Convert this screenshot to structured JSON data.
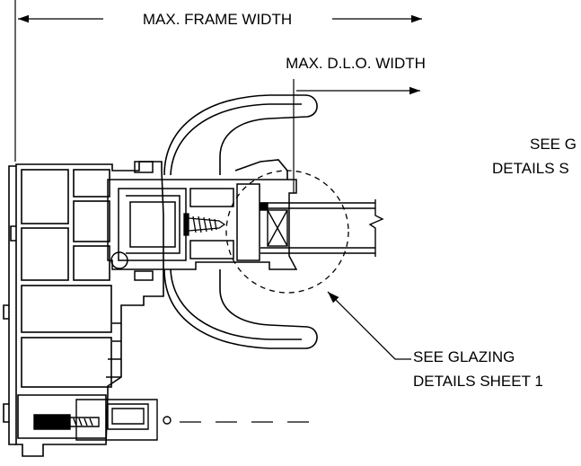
{
  "dimensions": {
    "frame_width_label": "MAX. FRAME WIDTH",
    "dlo_width_label": "MAX. D.L.O. WIDTH"
  },
  "callouts": {
    "glazing_right_line1": "SEE G",
    "glazing_right_line2": "DETAILS S",
    "glazing_line1": "SEE GLAZING",
    "glazing_line2": "DETAILS SHEET 1"
  },
  "colors": {
    "line": "#000000",
    "background": "#ffffff"
  }
}
